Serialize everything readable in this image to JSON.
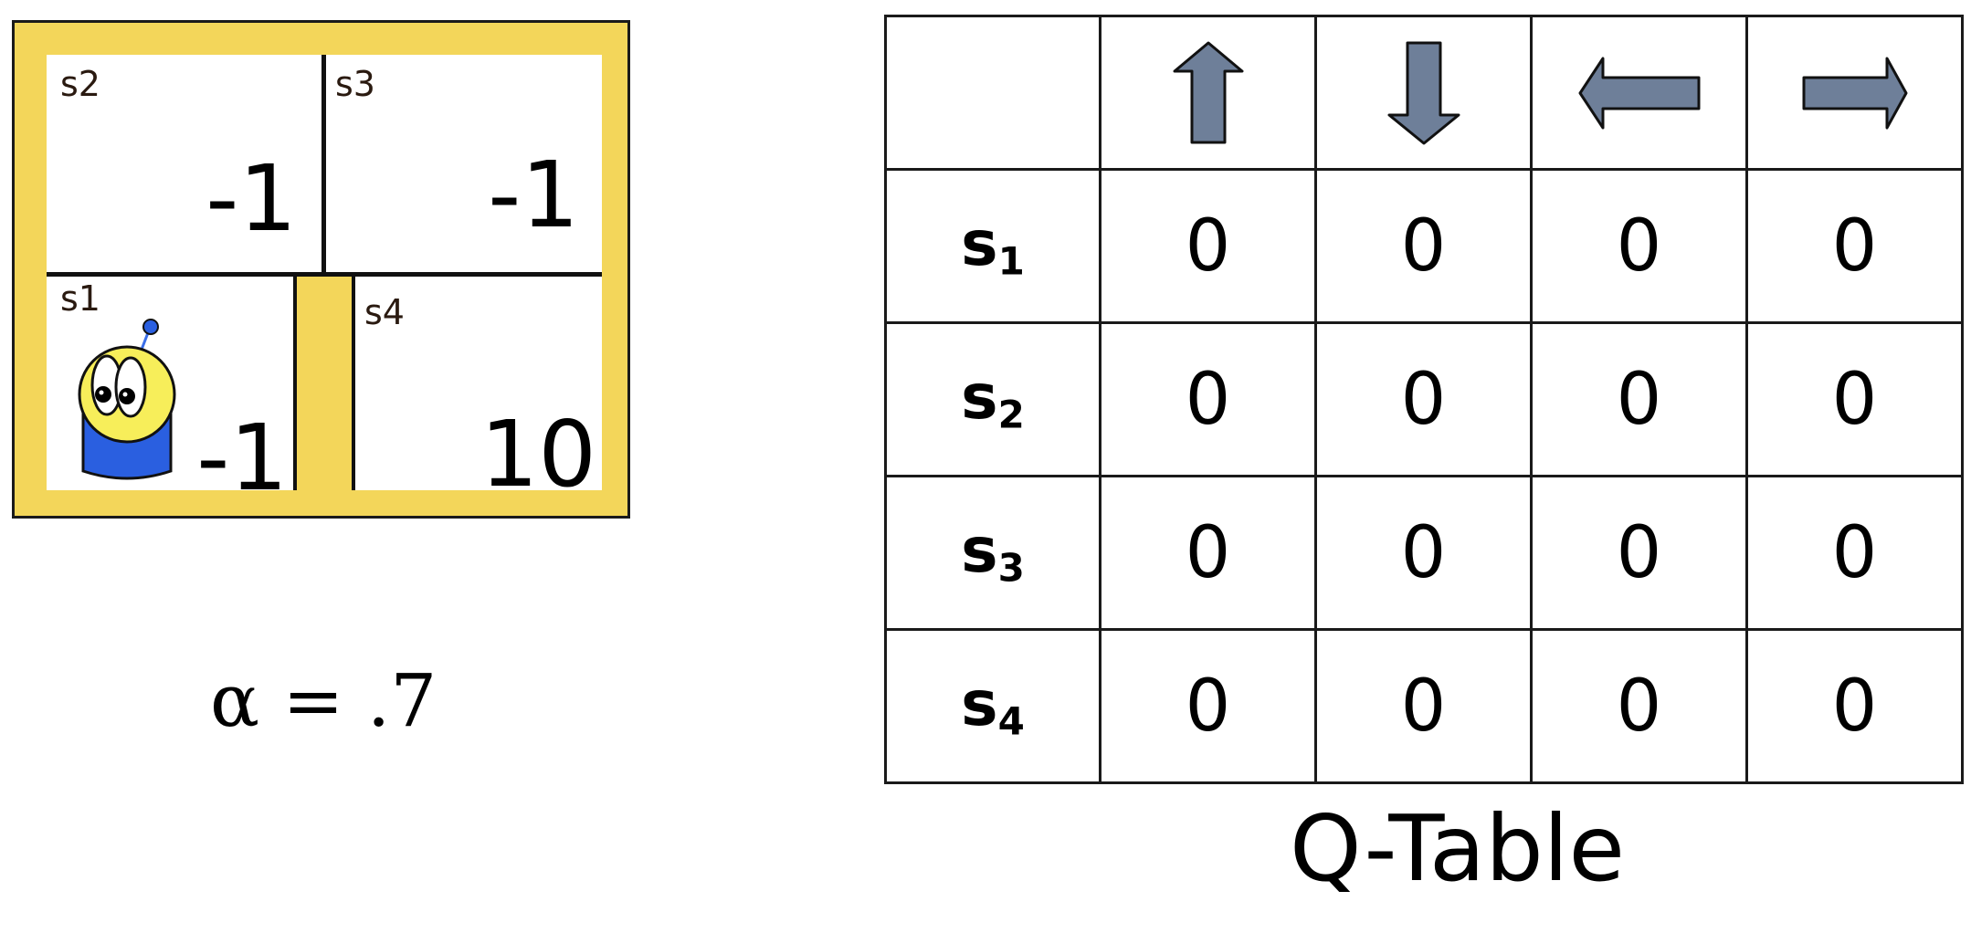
{
  "grid_world": {
    "border_color": "#f3d65a",
    "cells": [
      {
        "id": "s2",
        "label": "s2",
        "reward": "-1"
      },
      {
        "id": "s3",
        "label": "s3",
        "reward": "-1"
      },
      {
        "id": "s1",
        "label": "s1",
        "reward": "-1",
        "agent": "robot"
      },
      {
        "id": "s4",
        "label": "s4",
        "reward": "10"
      }
    ],
    "wall": "between s1 and s4"
  },
  "learning_rate": {
    "text": "α = .7",
    "symbol": "α",
    "value": ".7"
  },
  "q_table": {
    "caption": "Q-Table",
    "actions": [
      {
        "name": "up",
        "icon": "arrow-up-icon"
      },
      {
        "name": "down",
        "icon": "arrow-down-icon"
      },
      {
        "name": "left",
        "icon": "arrow-left-icon"
      },
      {
        "name": "right",
        "icon": "arrow-right-icon"
      }
    ],
    "arrow_color": "#6e7f99",
    "rows": [
      {
        "state": "s",
        "sub": "1",
        "values": [
          "0",
          "0",
          "0",
          "0"
        ]
      },
      {
        "state": "s",
        "sub": "2",
        "values": [
          "0",
          "0",
          "0",
          "0"
        ]
      },
      {
        "state": "s",
        "sub": "3",
        "values": [
          "0",
          "0",
          "0",
          "0"
        ]
      },
      {
        "state": "s",
        "sub": "4",
        "values": [
          "0",
          "0",
          "0",
          "0"
        ]
      }
    ]
  }
}
